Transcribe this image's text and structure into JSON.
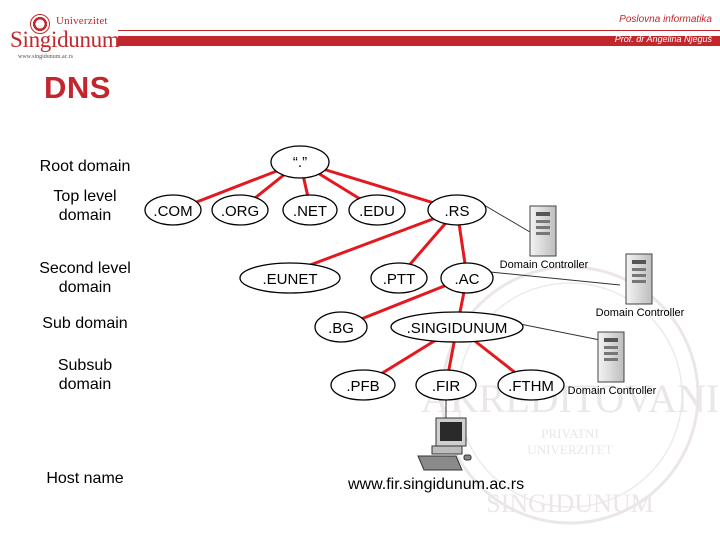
{
  "header": {
    "logo_top": "Univerzitet",
    "logo_main": "Singidunum",
    "logo_url": "www.singidunum.ac.rs",
    "course": "Poslovna informatika",
    "author": "Prof. dr Angelina Njeguš"
  },
  "slide": {
    "title": "DNS"
  },
  "levels": [
    "Root domain",
    "Top level domain",
    "Second level domain",
    "Sub domain",
    "Subsub domain",
    "Host name"
  ],
  "nodes": {
    "root": "“.”",
    "com": ".COM",
    "org": ".ORG",
    "net": ".NET",
    "edu": ".EDU",
    "rs": ".RS",
    "eunet": ".EUNET",
    "ptt": ".PTT",
    "ac": ".AC",
    "bg": ".BG",
    "singidunum": ".SINGIDUNUM",
    "pfb": ".PFB",
    "fir": ".FIR",
    "fthm": ".FTHM"
  },
  "domain_controllers": [
    "Domain Controller",
    "Domain Controller",
    "Domain Controller"
  ],
  "host": "www.fir.singidunum.ac.rs",
  "watermark": [
    "AKREDITOVANI",
    "PRIVATNI",
    "UNIVERZITET",
    "SINGIDUNUM"
  ],
  "colors": {
    "accent": "#c2272d",
    "edge": "#e3191f"
  }
}
